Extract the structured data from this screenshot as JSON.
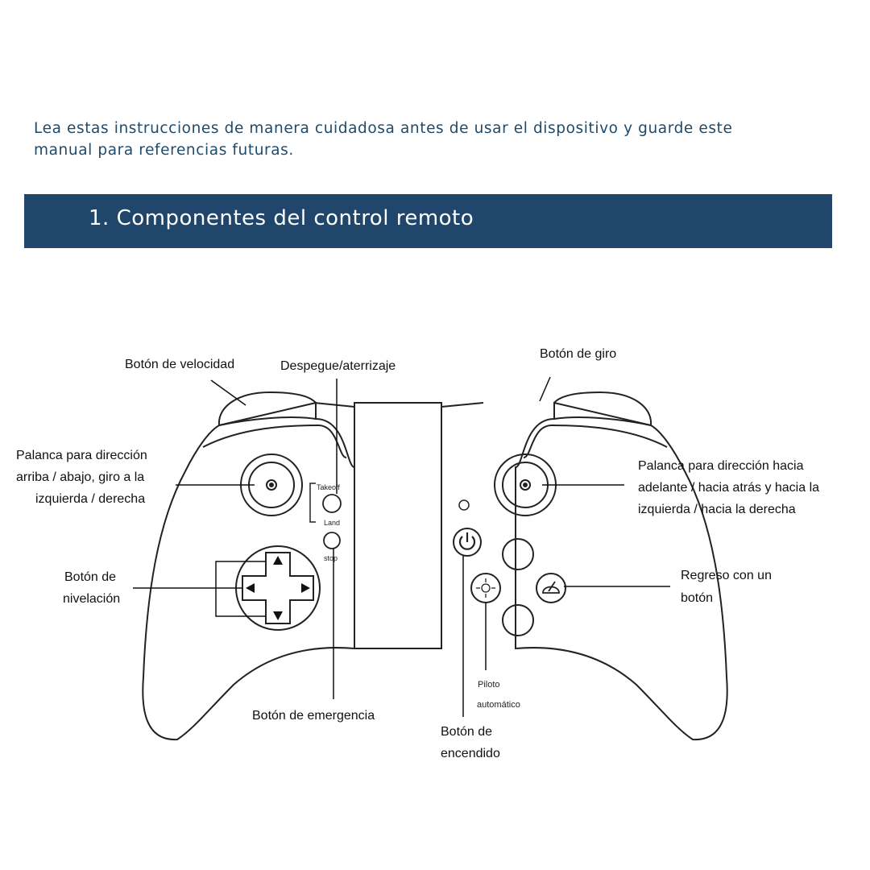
{
  "intro": {
    "line1": "Lea estas instrucciones de manera cuidadosa antes de usar el dispositivo y guarde este",
    "line2": "manual para referencias futuras."
  },
  "section": {
    "title": "1. Componentes del control remoto"
  },
  "controller": {
    "button_labels": {
      "takeoff": "Takeoff",
      "land": "Land",
      "stop": "stop"
    }
  },
  "callouts": {
    "speed": "Botón de velocidad",
    "takeoff_land": "Despegue/aterrizaje",
    "rotation": "Botón de giro",
    "left_stick": [
      "Palanca para dirección",
      "arriba / abajo, giro a la",
      "izquierda / derecha"
    ],
    "right_stick": [
      "Palanca para dirección hacia",
      "adelante / hacia atrás y hacia la",
      "izquierda / hacia la derecha"
    ],
    "trim": [
      "Botón de",
      "nivelación"
    ],
    "return": [
      "Regreso con un",
      "botón"
    ],
    "emergency": "Botón de emergencia",
    "autopilot": [
      "Piloto",
      "automático"
    ],
    "power": [
      "Botón de",
      "encendido"
    ]
  },
  "colors": {
    "banner": "#21466c",
    "intro_text": "#1e4a6b"
  }
}
